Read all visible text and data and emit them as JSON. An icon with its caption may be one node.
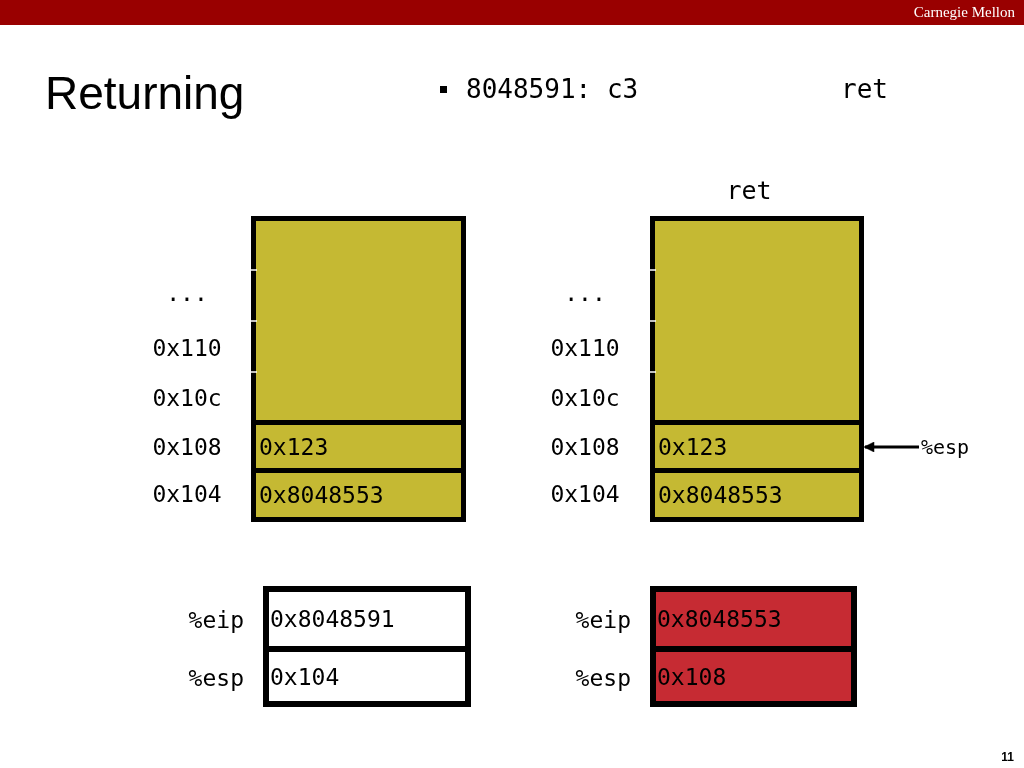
{
  "diagram": {
    "title": "Returning",
    "nodes": [
      {
        "text": [],
        "shape": "box"
      },
      {
        "text": [],
        "shape": "box",
        "in": 0,
        "beside": [
          "...",
          "0x110",
          "0x10c"
        ]
      },
      {
        "text": [
          "0x123"
        ],
        "in": 0,
        "beside": [
          "0x108"
        ]
      },
      {
        "text": [
          "0x8048553"
        ],
        "in": 0,
        "beside": [
          "0x104"
        ]
      },
      {
        "text": [],
        "shape": "box"
      },
      {
        "text": [],
        "shape": "box",
        "in": 4,
        "beside": [
          "...",
          "0x110",
          "0x10c"
        ]
      },
      {
        "text": [
          "0x123"
        ],
        "in": 4,
        "beside": [
          "0x108"
        ]
      },
      {
        "text": [
          "0x8048553"
        ],
        "in": 4,
        "beside": [
          "0x104"
        ]
      },
      {
        "text": [
          "%esp"
        ]
      },
      {
        "text": [
          "0x8048591"
        ],
        "beside": [
          "%eip"
        ]
      },
      {
        "text": [
          "0x104"
        ],
        "beside": [
          "%esp"
        ]
      },
      {
        "text": [
          "0x8048553"
        ],
        "beside": [
          "%eip"
        ]
      },
      {
        "text": [
          "0x108"
        ],
        "beside": [
          "%esp"
        ]
      }
    ],
    "edges": [
      {
        "from": 8,
        "to": 6,
        "arrow": "to"
      }
    ],
    "labels": [
      "Carnegie Mellon",
      "8048591: c3",
      "ret",
      "ret",
      "11"
    ]
  }
}
